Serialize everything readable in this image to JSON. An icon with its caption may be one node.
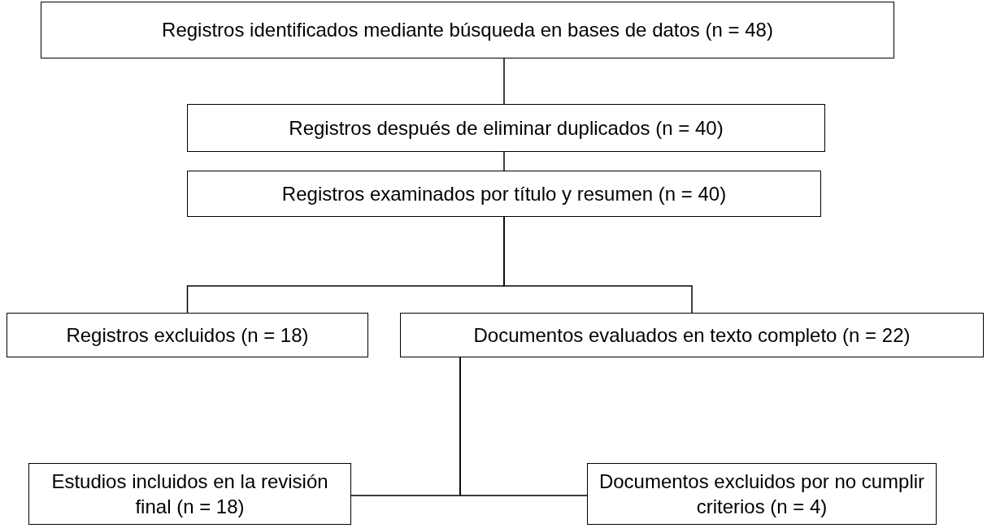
{
  "diagram": {
    "nodes": [
      {
        "text": [
          "Registros identificados mediante búsqueda en bases de datos (n = 48)"
        ]
      },
      {
        "text": [
          "Registros después de eliminar duplicados (n = 40)"
        ]
      },
      {
        "text": [
          "Registros examinados por título y resumen (n = 40)"
        ]
      },
      {
        "text": [
          "Registros excluidos (n = 18)"
        ]
      },
      {
        "text": [
          "Documentos evaluados en texto completo (n = 22)"
        ]
      },
      {
        "text": [
          "Estudios incluidos en la revisión final (n = 18)"
        ]
      },
      {
        "text": [
          "Documentos excluidos por no cumplir criterios (n = 4)"
        ]
      }
    ],
    "edges": [
      {
        "from": 0,
        "to": 1,
        "arrow": "none"
      },
      {
        "from": 1,
        "to": 2,
        "arrow": "none"
      },
      {
        "from": 2,
        "to": 3,
        "arrow": "none"
      },
      {
        "from": 2,
        "to": 4,
        "arrow": "none"
      },
      {
        "from": 4,
        "to": 5,
        "arrow": "none"
      },
      {
        "from": 4,
        "to": 6,
        "arrow": "none"
      }
    ]
  }
}
